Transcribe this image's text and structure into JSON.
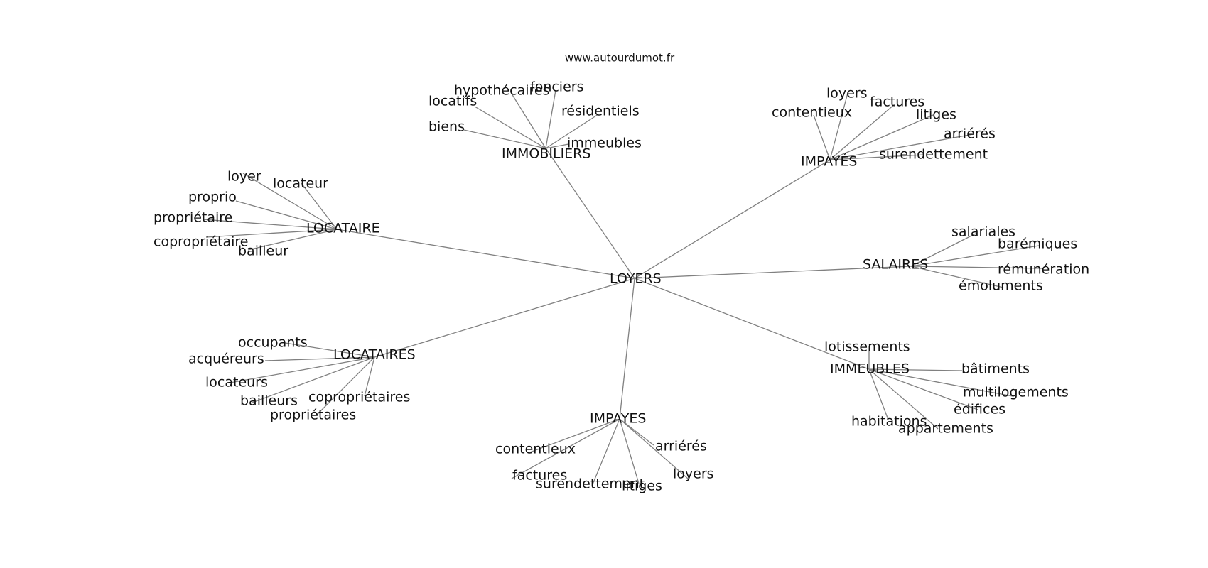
{
  "source": "www.autourdumot.fr",
  "root": "LOYERS",
  "groups": [
    {
      "id": "immobiliers",
      "label": "IMMOBILIERS",
      "words": [
        "locatifs",
        "hypothécaires",
        "fonciers",
        "résidentiels",
        "biens",
        "immeubles"
      ]
    },
    {
      "id": "impayes-accent",
      "label": "IMPAYÉS",
      "words": [
        "loyers",
        "factures",
        "contentieux",
        "litiges",
        "arriérés",
        "surendettement"
      ]
    },
    {
      "id": "locataire",
      "label": "LOCATAIRE",
      "words": [
        "loyer",
        "locateur",
        "proprio",
        "propriétaire",
        "copropriétaire",
        "bailleur"
      ]
    },
    {
      "id": "salaires",
      "label": "SALAIRES",
      "words": [
        "salariales",
        "barémiques",
        "rémunération",
        "émoluments"
      ]
    },
    {
      "id": "locataires",
      "label": "LOCATAIRES",
      "words": [
        "occupants",
        "acquéreurs",
        "locateurs",
        "bailleurs",
        "copropriétaires",
        "propriétaires"
      ]
    },
    {
      "id": "immeubles",
      "label": "IMMEUBLES",
      "words": [
        "lotissements",
        "bâtiments",
        "multilogements",
        "édifices",
        "habitations",
        "appartements"
      ]
    },
    {
      "id": "impayes",
      "label": "IMPAYES",
      "words": [
        "contentieux",
        "arriérés",
        "factures",
        "loyers",
        "surendettement",
        "litiges"
      ]
    }
  ]
}
